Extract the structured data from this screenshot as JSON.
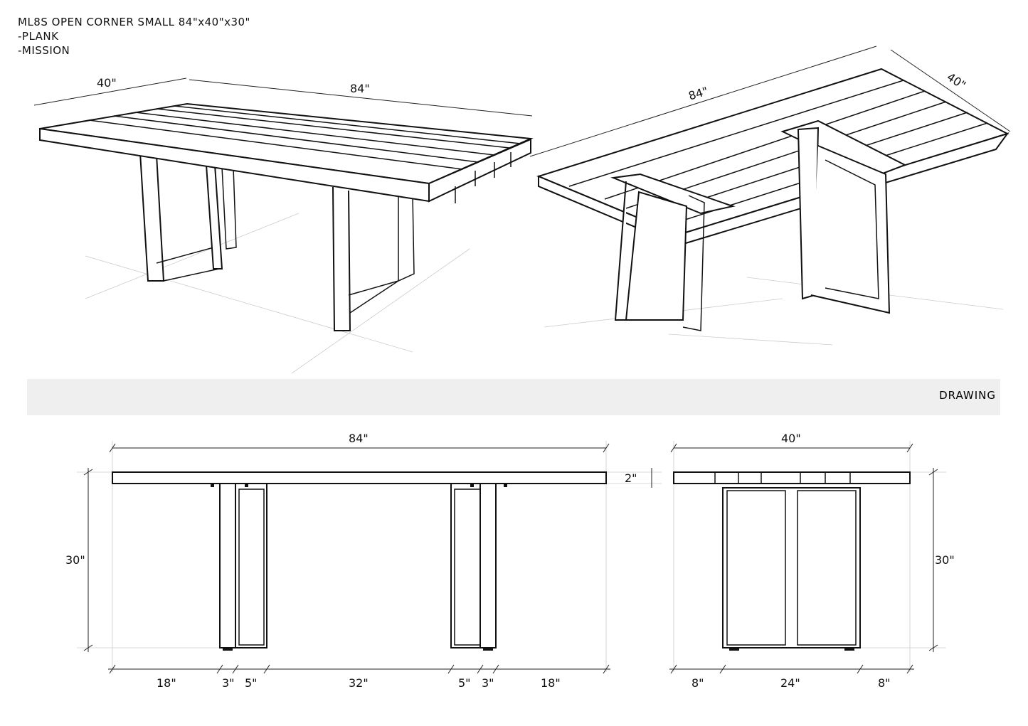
{
  "header": {
    "title": "ML8S  OPEN CORNER SMALL  84\"x40\"x30\"",
    "line2": "-PLANK",
    "line3": "-MISSION"
  },
  "section_band": {
    "label": "DRAWING"
  },
  "perspective_top_view": {
    "width": "40\"",
    "length": "84\""
  },
  "perspective_under_view": {
    "length": "84\"",
    "width": "40\""
  },
  "front_elevation": {
    "overall_length": "84\"",
    "height": "30\"",
    "top_thickness": "2\"",
    "segments": [
      "18\"",
      "3\"",
      "5\"",
      "32\"",
      "5\"",
      "3\"",
      "18\""
    ]
  },
  "side_elevation": {
    "overall_width": "40\"",
    "height": "30\"",
    "segments": [
      "8\"",
      "24\"",
      "8\""
    ]
  }
}
